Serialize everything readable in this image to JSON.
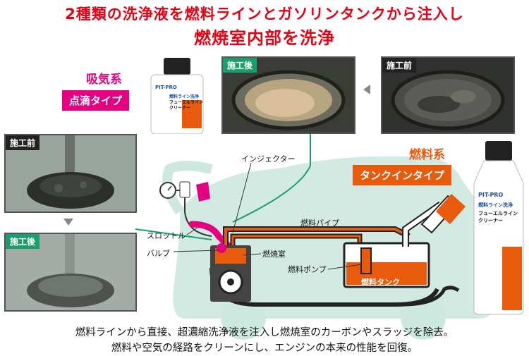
{
  "headline": {
    "line1": "2種類の洗浄液を燃料ラインとガソリンタンクから注入し",
    "line2": "燃焼室内部を洗浄"
  },
  "intake_type": {
    "category": "吸気系",
    "method": "点滴タイプ"
  },
  "fuel_type": {
    "category": "燃料系",
    "method": "タンクインタイプ"
  },
  "photos": {
    "top_after_tag": "施工後",
    "top_before_tag": "施工前",
    "left_before_tag": "施工前",
    "left_after_tag": "施工後"
  },
  "diagram_labels": {
    "injector": "インジェクター",
    "throttle": "スロットル",
    "valve": "バルブ",
    "fuel_pipe": "燃料パイプ",
    "combustion_chamber": "燃焼室",
    "fuel_pump": "燃料ポンプ",
    "fuel_tank": "燃料タンク"
  },
  "small_bottle": {
    "brand": "PIT-PRO",
    "name_line1": "燃料ライン洗浄",
    "name_line2": "フューエルライン",
    "name_line3": "クリーナー"
  },
  "large_bottle": {
    "brand": "PIT-PRO",
    "name_line1": "燃料ライン洗浄",
    "name_line2": "フューエルライン",
    "name_line3": "クリーナー"
  },
  "description": {
    "line1": "燃料ラインから直接、超濃縮洗浄液を注入し燃焼室のカーボンやスラッジを除去。",
    "line2": "燃料や空気の経路をクリーンにし、エンジンの本来の性能を回復。"
  },
  "colors": {
    "headline": "#e60012",
    "intake_accent": "#e4007f",
    "fuel_accent": "#e85a0c",
    "car_body": "#cde8df",
    "fuel_line": "#e85a0c",
    "green_leader": "#1a9e6e"
  }
}
